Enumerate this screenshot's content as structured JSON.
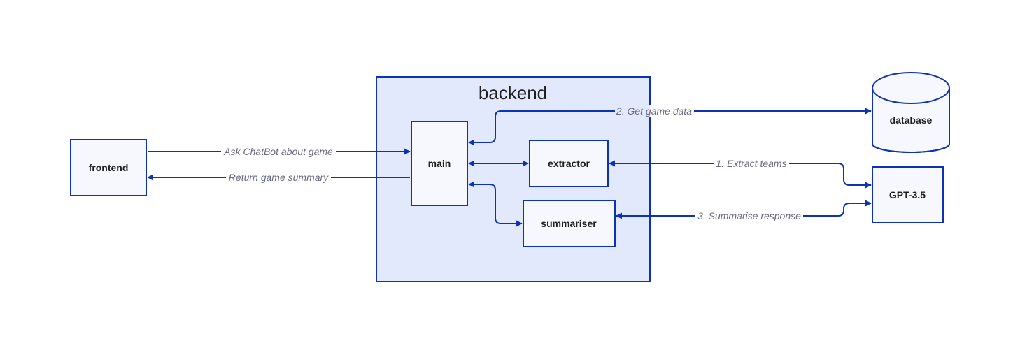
{
  "colors": {
    "stroke": "#0d32b2",
    "container_fill": "#e3e9fd",
    "node_fill": "#f7f8fe",
    "text": "#1f1f1f",
    "edge_label": "#6a6a80",
    "background": "#ffffff"
  },
  "nodes": {
    "frontend": "frontend",
    "backend": "backend",
    "main": "main",
    "extractor": "extractor",
    "summariser": "summariser",
    "database": "database",
    "gpt": "GPT-3.5"
  },
  "edges": {
    "ask": "Ask ChatBot about game",
    "return": "Return game summary",
    "get_data": "2. Get game data",
    "extract": "1. Extract teams",
    "summarise": "3. Summarise response"
  }
}
